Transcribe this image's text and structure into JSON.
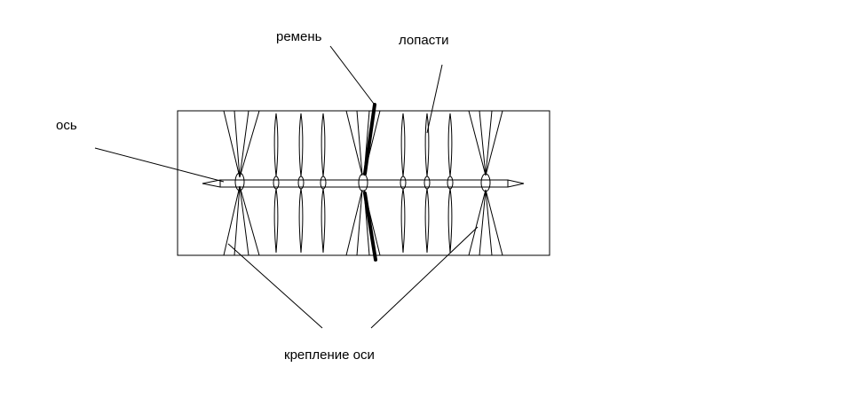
{
  "labels": {
    "axis": "ось",
    "belt": "ремень",
    "blades": "лопасти",
    "axis_mount": "крепление оси"
  },
  "colors": {
    "line": "#000000",
    "background": "#ffffff"
  }
}
